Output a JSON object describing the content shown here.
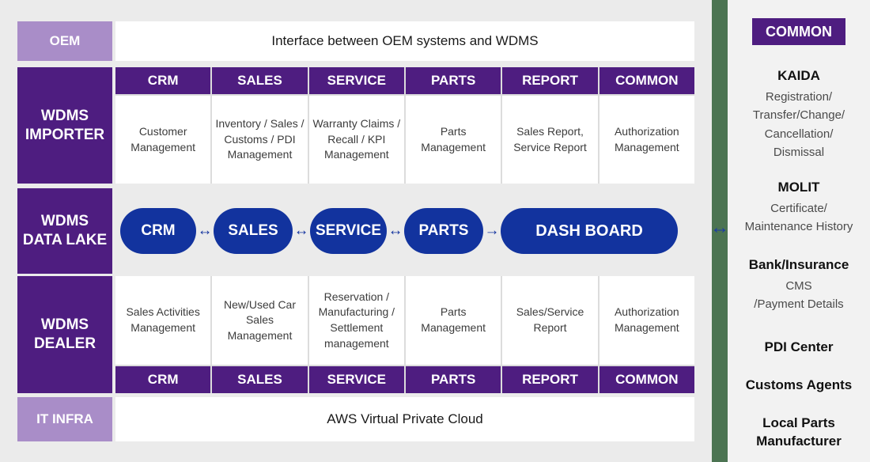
{
  "colors": {
    "background": "#ebebeb",
    "panel_background": "#f2f2f2",
    "purple_dark": "#4e1d80",
    "purple_light": "#a98dc8",
    "blue": "#12339e",
    "green": "#4c7452"
  },
  "oem": {
    "label": "OEM",
    "content": "Interface between OEM systems and WDMS"
  },
  "importer": {
    "label": "WDMS\nIMPORTER",
    "columns": [
      "CRM",
      "SALES",
      "SERVICE",
      "PARTS",
      "REPORT",
      "COMMON"
    ],
    "cells": [
      "Customer Management",
      "Inventory / Sales / Customs / PDI Management",
      "Warranty Claims / Recall / KPI Management",
      "Parts Management",
      "Sales Report, Service Report",
      "Authorization Management"
    ]
  },
  "datalake": {
    "label": "WDMS\nDATA LAKE",
    "pills": [
      "CRM",
      "SALES",
      "SERVICE",
      "PARTS",
      "DASH BOARD"
    ],
    "arrow_bidirectional": "↔",
    "arrow_forward": "→"
  },
  "dealer": {
    "label": "WDMS\nDEALER",
    "cells": [
      "Sales Activities Management",
      "New/Used Car Sales Management",
      "Reservation / Manufacturing / Settlement management",
      "Parts Management",
      "Sales/Service Report",
      "Authorization Management"
    ],
    "columns": [
      "CRM",
      "SALES",
      "SERVICE",
      "PARTS",
      "REPORT",
      "COMMON"
    ]
  },
  "itinfra": {
    "label": "IT INFRA",
    "content": "AWS Virtual Private Cloud"
  },
  "connector": {
    "arrow": "↔"
  },
  "right_panel": {
    "header": "COMMON",
    "entries": [
      {
        "title": "KAIDA",
        "desc": "Registration/\nTransfer/Change/\nCancellation/\nDismissal"
      },
      {
        "title": "MOLIT",
        "desc": "Certificate/\nMaintenance History"
      },
      {
        "title": "Bank/Insurance",
        "desc": "CMS\n/Payment Details"
      },
      {
        "title": "PDI Center",
        "desc": ""
      },
      {
        "title": "Customs Agents",
        "desc": ""
      },
      {
        "title": "Local Parts Manufacturer",
        "desc": ""
      }
    ]
  }
}
